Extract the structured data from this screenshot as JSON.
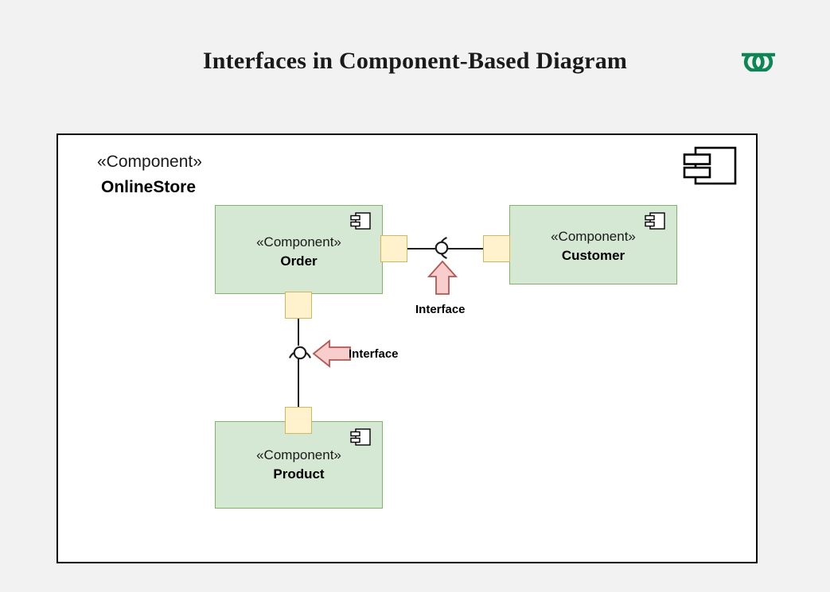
{
  "header": {
    "title": "Interfaces in Component-Based Diagram",
    "logo_name": "geeksforgeeks-logo",
    "logo_color": "#0a8754"
  },
  "diagram": {
    "type": "uml-component-diagram",
    "canvas_background": "#f2f2f2",
    "container_background": "#ffffff",
    "container_border_color": "#000000",
    "outer_component": {
      "stereotype": "«Component»",
      "name": "OnlineStore",
      "icon_name": "component-icon"
    },
    "colors": {
      "component_fill": "#d5e8d4",
      "component_border": "#82b366",
      "port_fill": "#fff2cc",
      "port_border": "#d6b656",
      "annotation_fill": "#f8cecc",
      "annotation_border": "#b85450",
      "connector": "#1f1f1f"
    },
    "components": [
      {
        "id": "order",
        "stereotype": "«Component»",
        "name": "Order",
        "icon_name": "component-icon"
      },
      {
        "id": "customer",
        "stereotype": "«Component»",
        "name": "Customer",
        "icon_name": "component-icon"
      },
      {
        "id": "product",
        "stereotype": "«Component»",
        "name": "Product",
        "icon_name": "component-icon"
      }
    ],
    "ports": [
      {
        "id": "port-order-right",
        "attached_to": "order"
      },
      {
        "id": "port-customer-left",
        "attached_to": "customer"
      },
      {
        "id": "port-order-bottom",
        "attached_to": "order"
      },
      {
        "id": "port-product-top",
        "attached_to": "product"
      }
    ],
    "connectors": [
      {
        "id": "order-customer",
        "orientation": "horizontal",
        "from": "order",
        "to": "customer",
        "symbol": "ball-and-socket"
      },
      {
        "id": "order-product",
        "orientation": "vertical",
        "from": "order",
        "to": "product",
        "symbol": "ball-and-socket"
      }
    ],
    "annotations": [
      {
        "id": "interface-horizontal",
        "label": "Interface",
        "arrow_direction": "up"
      },
      {
        "id": "interface-vertical",
        "label": "Interface",
        "arrow_direction": "left"
      }
    ]
  }
}
